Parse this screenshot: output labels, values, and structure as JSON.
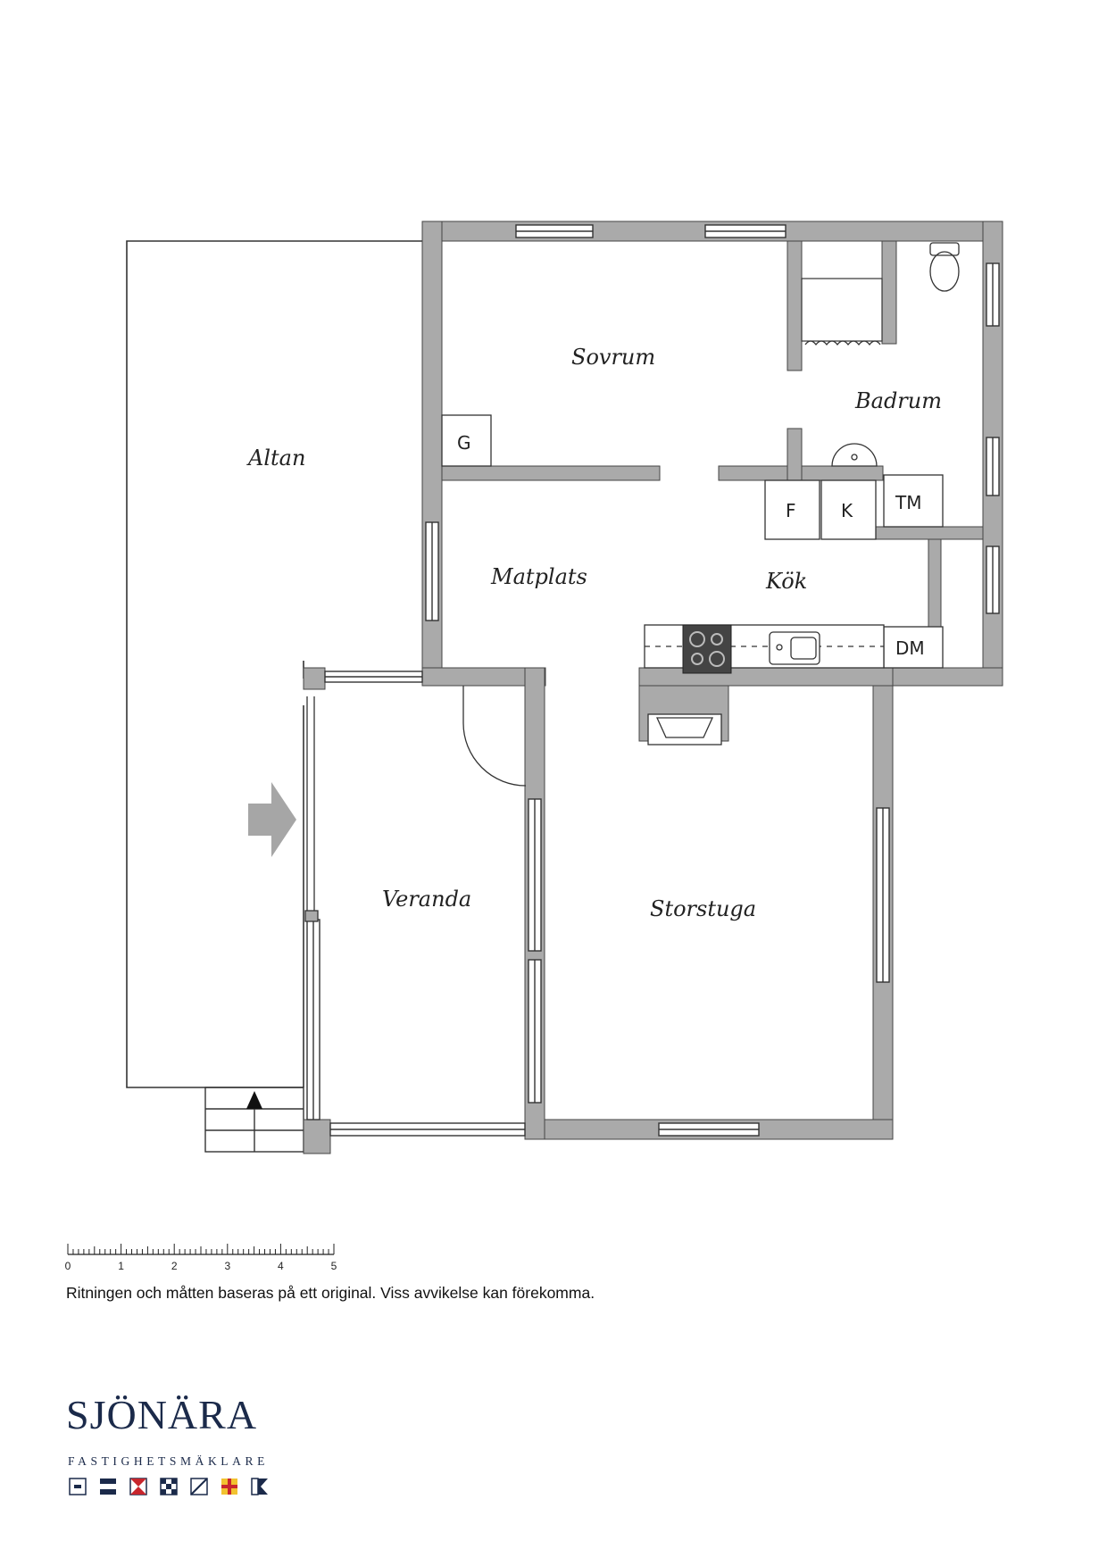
{
  "rooms": {
    "altan": "Altan",
    "sovrum": "Sovrum",
    "badrum": "Badrum",
    "matplats": "Matplats",
    "kok": "Kök",
    "veranda": "Veranda",
    "storstuga": "Storstuga"
  },
  "fixtures": {
    "g": "G",
    "f": "F",
    "k": "K",
    "tm": "TM",
    "dm": "DM"
  },
  "scale": {
    "ticks": [
      "0",
      "1",
      "2",
      "3",
      "4",
      "5"
    ],
    "unit_meters": 5
  },
  "disclaimer": "Ritningen och måtten baseras på ett original. Viss avvikelse kan förekomma.",
  "logo": {
    "name": "SJÖNÄRA",
    "subtitle": "FASTIGHETSMÄKLARE"
  },
  "colors": {
    "wall": "#aaaaaa",
    "outline": "#333333",
    "brand": "#1b2a4a",
    "flag_red": "#c8262d",
    "flag_yellow": "#f2c230"
  }
}
